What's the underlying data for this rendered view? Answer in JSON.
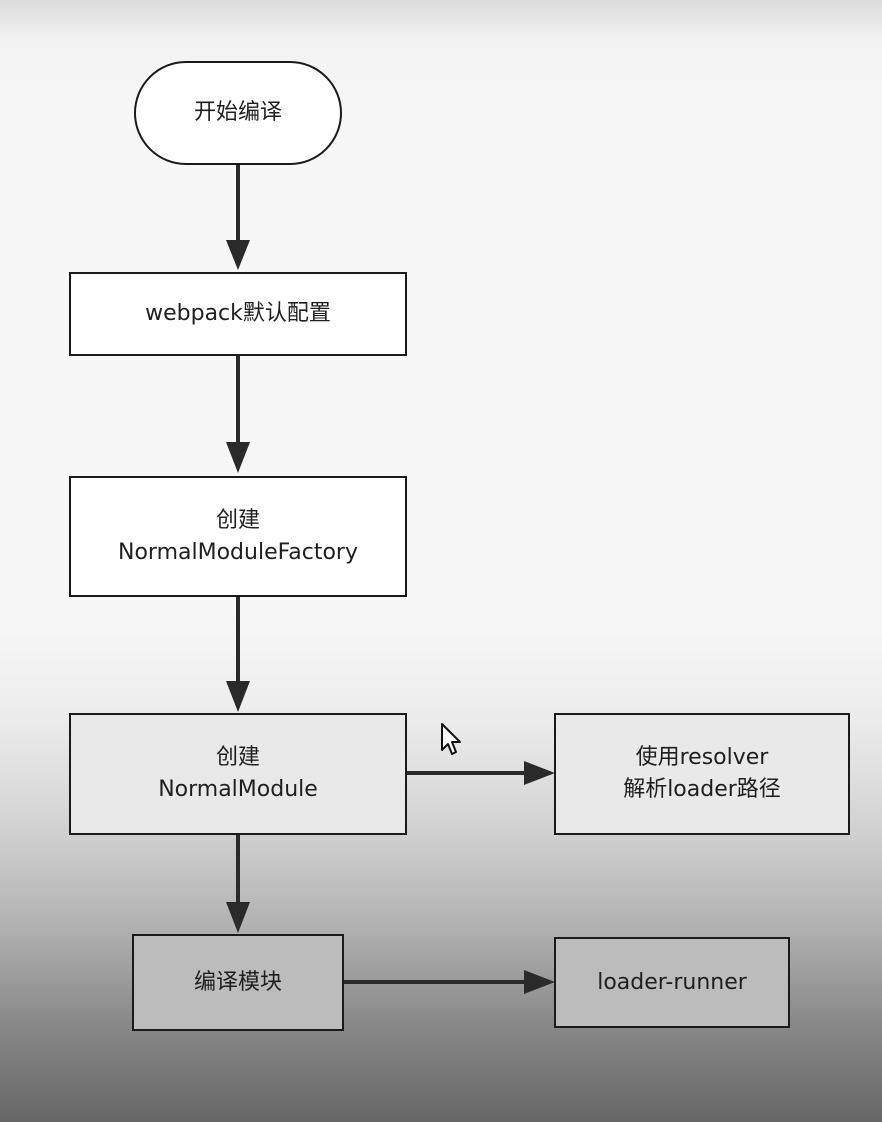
{
  "diagram": {
    "start": {
      "label": "开始编译"
    },
    "default_config": {
      "label": "webpack默认配置"
    },
    "create_factory": {
      "line1": "创建",
      "line2": "NormalModuleFactory"
    },
    "create_module": {
      "line1": "创建",
      "line2": "NormalModule"
    },
    "resolve_loader": {
      "line1": "使用resolver",
      "line2": "解析loader路径"
    },
    "compile_module": {
      "label": "编译模块"
    },
    "loader_runner": {
      "label": "loader-runner"
    }
  },
  "icons": {
    "cursor": "mouse-pointer-arrow"
  },
  "colors": {
    "node_border": "#1a1a1a",
    "connector": "#2a2a2a",
    "node_fill": "#ffffff"
  }
}
